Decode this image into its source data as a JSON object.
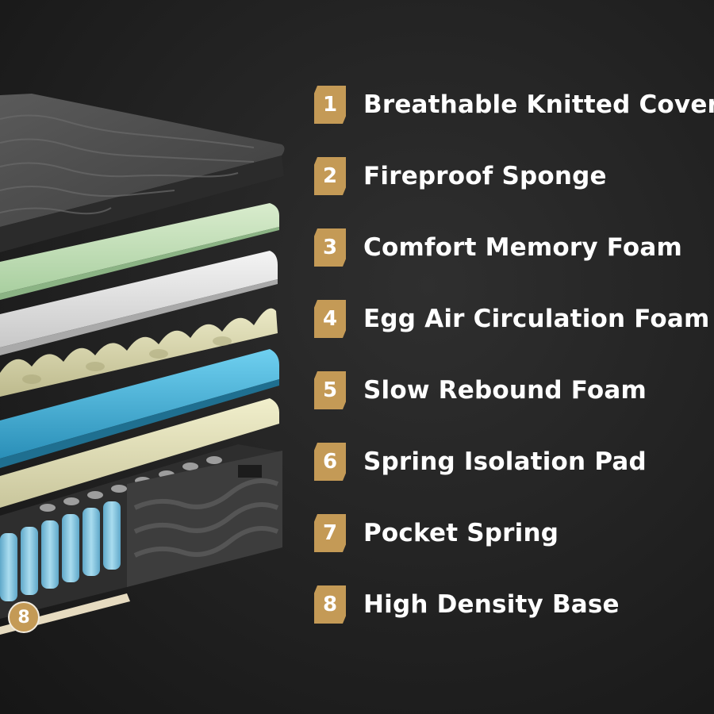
{
  "layers": [
    {
      "number": "1",
      "label": "Breathable Knitted Cover"
    },
    {
      "number": "2",
      "label": "Fireproof Sponge"
    },
    {
      "number": "3",
      "label": "Comfort Memory Foam"
    },
    {
      "number": "4",
      "label": "Egg Air Circulation Foam"
    },
    {
      "number": "5",
      "label": "Slow Rebound Foam"
    },
    {
      "number": "6",
      "label": "Spring Isolation Pad"
    },
    {
      "number": "7",
      "label": "Pocket Spring"
    },
    {
      "number": "8",
      "label": "High Density Base"
    }
  ],
  "corner_badge": "8",
  "colors": {
    "accent": "#c49a56",
    "background": "#202020",
    "text": "#ffffff",
    "cover": "#4a4a4a",
    "fireproof": "#cfe6c4",
    "memory": "#e8e8e8",
    "egg": "#dedcb8",
    "rebound": "#52b9de",
    "isolation": "#e8e6c2",
    "spring": "#8cc6df"
  },
  "icons": {
    "layer_badge": "number-badge-icon",
    "mattress": "mattress-layers-illustration"
  }
}
